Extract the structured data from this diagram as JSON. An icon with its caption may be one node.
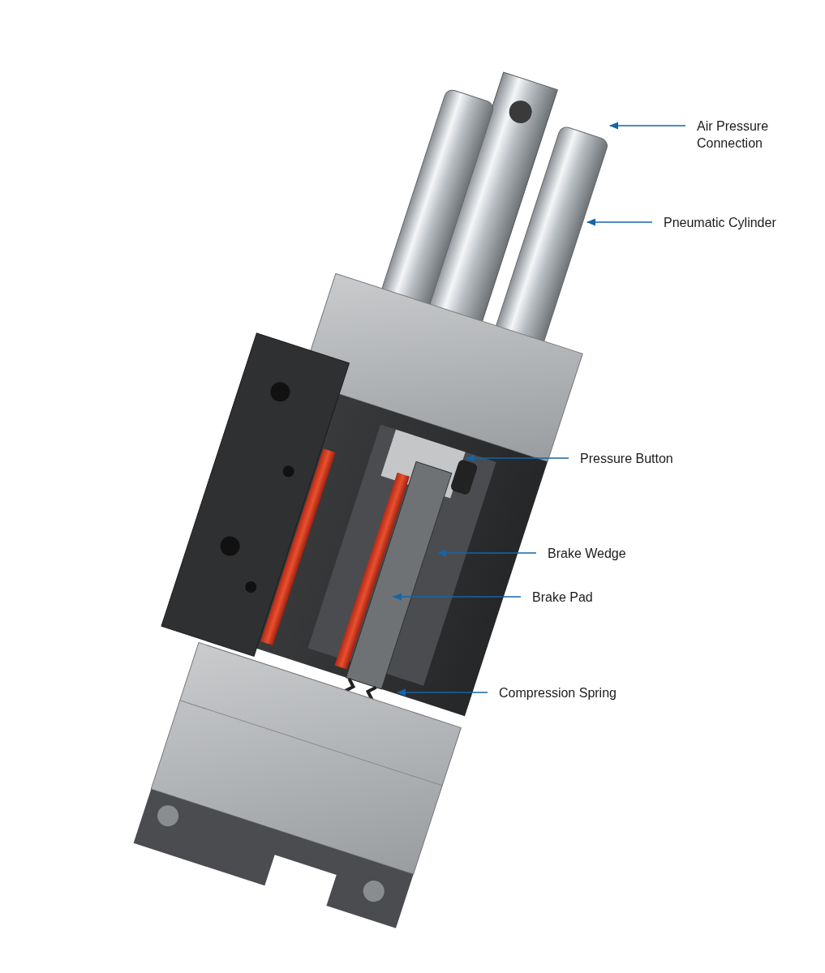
{
  "diagram": {
    "nodes": [
      {
        "text": [
          "Air Pressure Connection"
        ]
      },
      {
        "text": [
          "Pneumatic Cylinder"
        ]
      },
      {
        "text": [
          "Pressure Button"
        ]
      },
      {
        "text": [
          "Brake Wedge"
        ]
      },
      {
        "text": [
          "Brake Pad"
        ]
      },
      {
        "text": [
          "Compression Spring"
        ]
      }
    ],
    "edges": [
      {
        "from": 0,
        "to": null,
        "arrow": "to"
      },
      {
        "from": 1,
        "to": null,
        "arrow": "to"
      },
      {
        "from": 2,
        "to": null,
        "arrow": "to"
      },
      {
        "from": 3,
        "to": null,
        "arrow": "to"
      },
      {
        "from": 4,
        "to": null,
        "arrow": "to"
      },
      {
        "from": 5,
        "to": null,
        "arrow": "to"
      }
    ]
  }
}
